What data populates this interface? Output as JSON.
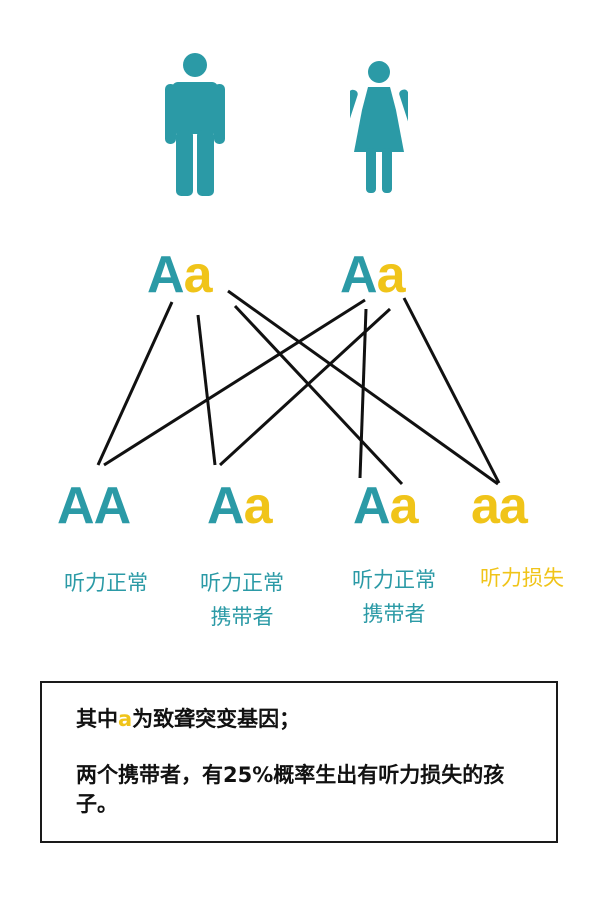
{
  "colors": {
    "teal": "#2b9aa6",
    "yellow": "#f0c419",
    "line": "#111111"
  },
  "parents": [
    {
      "role": "father",
      "icon": "male-person-icon",
      "dominant": "A",
      "recessive": "a"
    },
    {
      "role": "mother",
      "icon": "female-person-icon",
      "dominant": "A",
      "recessive": "a"
    }
  ],
  "offspring": [
    {
      "allele1": "A",
      "allele2": "A",
      "label_lines": [
        "听力正常"
      ]
    },
    {
      "allele1": "A",
      "allele2": "a",
      "label_lines": [
        "听力正常",
        "携带者"
      ]
    },
    {
      "allele1": "A",
      "allele2": "a",
      "label_lines": [
        "听力正常",
        "携带者"
      ]
    },
    {
      "allele1": "a",
      "allele2": "a",
      "label_lines": [
        "听力损失"
      ]
    }
  ],
  "note": {
    "line1_pre": "其中",
    "line1_gene": "a",
    "line1_post": "为致聋突变基因；",
    "line2": "两个携带者，有25%概率生出有听力损失的孩子。"
  }
}
